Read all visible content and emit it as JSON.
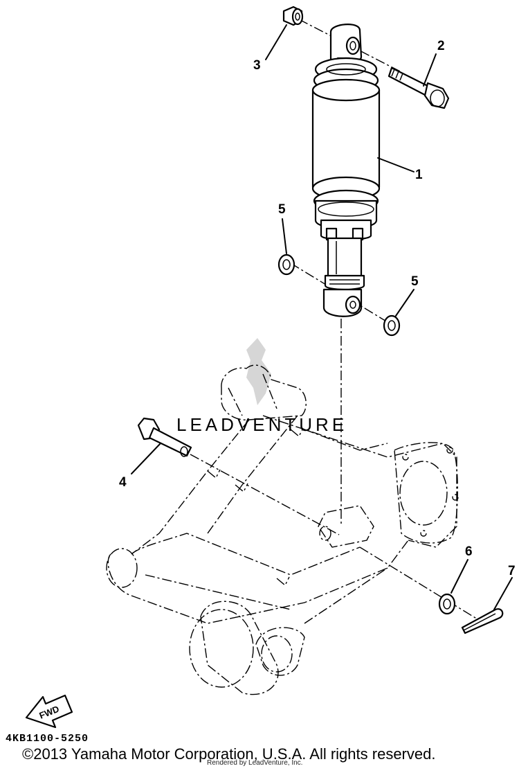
{
  "diagram": {
    "callouts": [
      {
        "id": "1",
        "label": "1"
      },
      {
        "id": "2",
        "label": "2"
      },
      {
        "id": "3",
        "label": "3"
      },
      {
        "id": "4",
        "label": "4"
      },
      {
        "id": "5a",
        "label": "5"
      },
      {
        "id": "5b",
        "label": "5"
      },
      {
        "id": "6",
        "label": "6"
      },
      {
        "id": "7",
        "label": "7"
      }
    ],
    "fwd_label": "FWD",
    "watermark": "LEADVENTURE"
  },
  "footer": {
    "part_number": "4KB1100-5250",
    "copyright": "©2013 Yamaha Motor Corporation, U.S.A. All rights reserved.",
    "rendered_by": "Rendered by LeadVenture, Inc."
  }
}
